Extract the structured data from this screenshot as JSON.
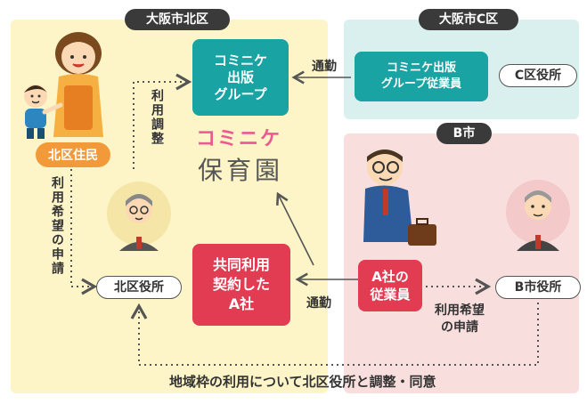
{
  "regions": {
    "kita_ku": "大阪市北区",
    "c_ku": "大阪市C区",
    "b_city": "B市"
  },
  "entities": {
    "group": "コミニケ\n出版\nグループ",
    "c_employee": "コミニケ出版\nグループ従業員",
    "c_office": "C区役所",
    "kita_resident": "北区住民",
    "kita_office": "北区役所",
    "company_a": "共同利用\n契約した\nA社",
    "a_employee": "A社の\n従業員",
    "b_office": "B市役所"
  },
  "logo": {
    "brand": "コミニケ",
    "name": "保育園"
  },
  "labels": {
    "commute_top": "通勤",
    "commute_bottom": "通勤",
    "coordination": "利用調整",
    "resident_application": "利用希望の申請",
    "b_application": "利用希望\nの申請",
    "bottom_note": "地域枠の利用について北区役所と調整・同意"
  },
  "colors": {
    "kita_bg": "#fdf5c7",
    "c_bg": "#d9f0ee",
    "b_bg": "#f9dede",
    "teal": "#1aa3a3",
    "red": "#e23c52",
    "orange": "#f29a3a"
  }
}
